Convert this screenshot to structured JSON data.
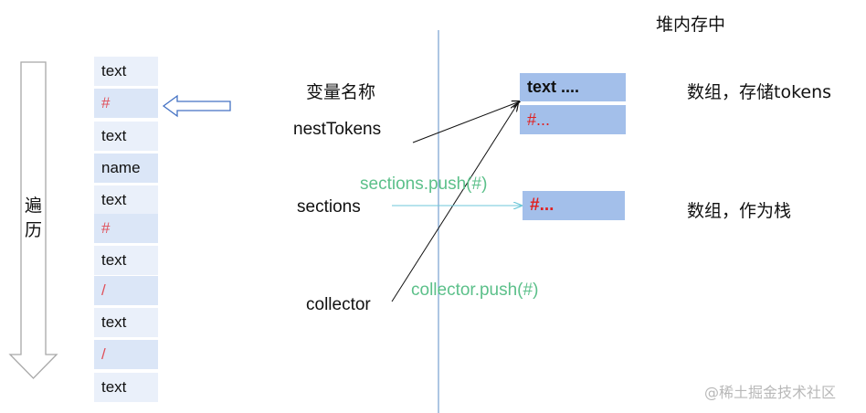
{
  "heap_title": "堆内存中",
  "traverse_label": [
    "遍",
    "历"
  ],
  "token_list": [
    "text",
    "#",
    "text",
    "name",
    "text",
    "#",
    "text",
    "/",
    "text",
    "/",
    "text"
  ],
  "variable_header": "变量名称",
  "variables": {
    "nest_tokens": "nestTokens",
    "sections": "sections",
    "collector": "collector"
  },
  "operations": {
    "sections_push": "sections.push(#)",
    "collector_push": "collector.push(#)"
  },
  "heap_boxes": {
    "text_box": "text ....",
    "hash_box_1": "#...",
    "hash_box_2": "#..."
  },
  "descriptions": {
    "array_store": "数组，存储tokens",
    "array_stack": "数组，作为栈"
  },
  "watermark": "@稀土掘金技术社区",
  "colors": {
    "cell_dark": "#dbe6f7",
    "cell_light": "#eaf0fa",
    "red": "#e0505a",
    "green": "#5cc08a",
    "heap_box": "#a3bfea",
    "divider": "#5b8ec7"
  }
}
